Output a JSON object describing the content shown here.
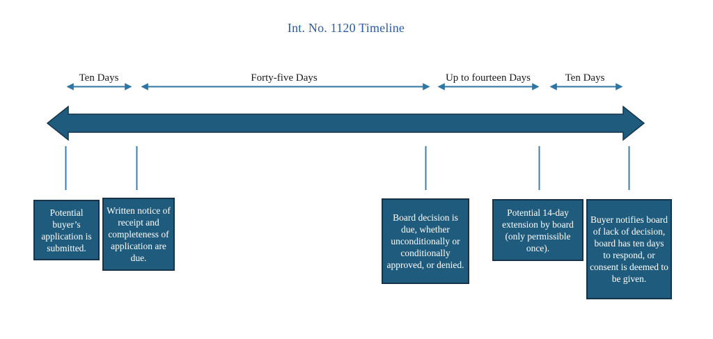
{
  "title": "Int. No. 1120 Timeline",
  "colors": {
    "main_arrow_fill": "#1f5b7d",
    "main_arrow_outline": "#16334a",
    "interval_arrow": "#2f76a4",
    "connector_line": "#3b7ea7",
    "title_text": "#2b5ca8",
    "box_fill": "#1f5b7d",
    "box_border": "#16334a",
    "box_text": "#ffffff"
  },
  "intervals": [
    {
      "label": "Ten Days"
    },
    {
      "label": "Forty-five Days"
    },
    {
      "label": "Up to fourteen Days"
    },
    {
      "label": "Ten Days"
    }
  ],
  "events": [
    {
      "text": "Potential buyer’s application is submitted."
    },
    {
      "text": "Written notice of receipt and completeness of application are due."
    },
    {
      "text": "Board decision is due, whether unconditionally or conditionally approved, or denied."
    },
    {
      "text": "Potential 14-day extension by board (only permissible once)."
    },
    {
      "text": "Buyer notifies board of lack of decision, board has ten days to respond, or consent is deemed to be given."
    }
  ]
}
